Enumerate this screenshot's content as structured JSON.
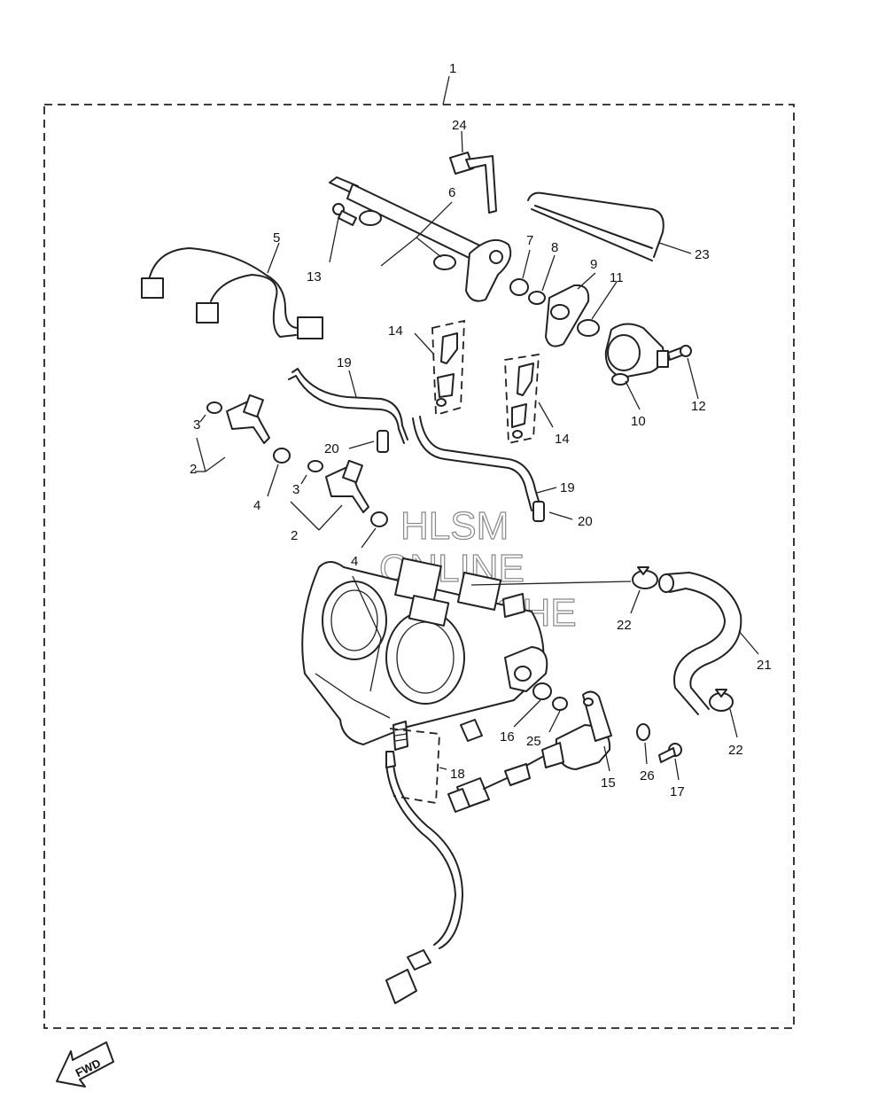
{
  "diagram": {
    "labels": {
      "l1": "1",
      "l2a": "2",
      "l2b": "2",
      "l3a": "3",
      "l3b": "3",
      "l4a": "4",
      "l4b": "4",
      "l5": "5",
      "l6": "6",
      "l7": "7",
      "l8": "8",
      "l9": "9",
      "l10": "10",
      "l11": "11",
      "l12": "12",
      "l13": "13",
      "l14a": "14",
      "l14b": "14",
      "l15": "15",
      "l16": "16",
      "l17": "17",
      "l18": "18",
      "l19a": "19",
      "l19b": "19",
      "l20a": "20",
      "l20b": "20",
      "l21": "21",
      "l22a": "22",
      "l22b": "22",
      "l23": "23",
      "l24": "24",
      "l25": "25",
      "l26": "26"
    },
    "watermark": {
      "line1": "HLSM",
      "line2": "ONLINE",
      "line3": "MICROFICHE"
    },
    "fwd_label": "FWD"
  }
}
